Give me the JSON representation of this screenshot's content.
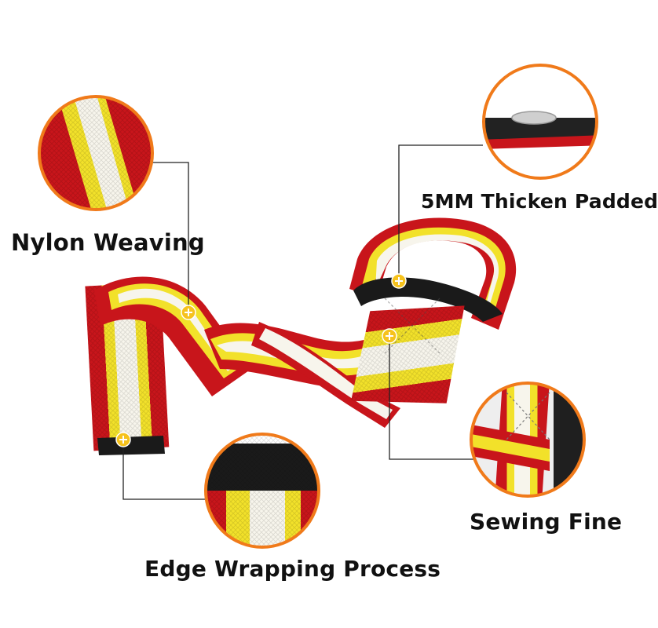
{
  "labels": {
    "nylon_weaving": "Nylon Weaving",
    "thicken_padded": "5MM Thicken Padded",
    "sewing_fine": "Sewing Fine",
    "edge_wrapping": "Edge Wrapping Process"
  },
  "colors": {
    "strap_red": "#c8151b",
    "strap_yellow": "#f2e12a",
    "strap_white": "#f7f5ec",
    "accent_orange": "#f07a1a",
    "marker_yellow": "#f6c21c",
    "padding_black": "#1a1a1a",
    "leader_line": "#222222"
  },
  "icons": [
    "plus-marker-icon",
    "callout-circle"
  ]
}
